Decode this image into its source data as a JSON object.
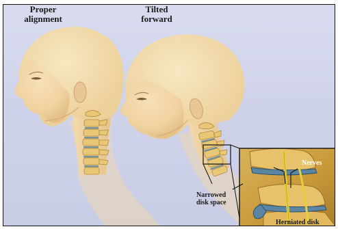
{
  "captions": {
    "proper_line1": "Proper",
    "proper_line2": "alignment",
    "tilted_line1": "Tilted",
    "tilted_line2": "forward"
  },
  "labels": {
    "nerves": "Nerves",
    "narrowed_line1": "Narrowed",
    "narrowed_line2": "disk space",
    "herniated": "Herniated disk"
  },
  "colors": {
    "background": "#cfd3ea",
    "skin": "#f2d6a8",
    "bone": "#e8c777",
    "nerve": "#e6cf3a",
    "disk": "#4a7a9a"
  }
}
